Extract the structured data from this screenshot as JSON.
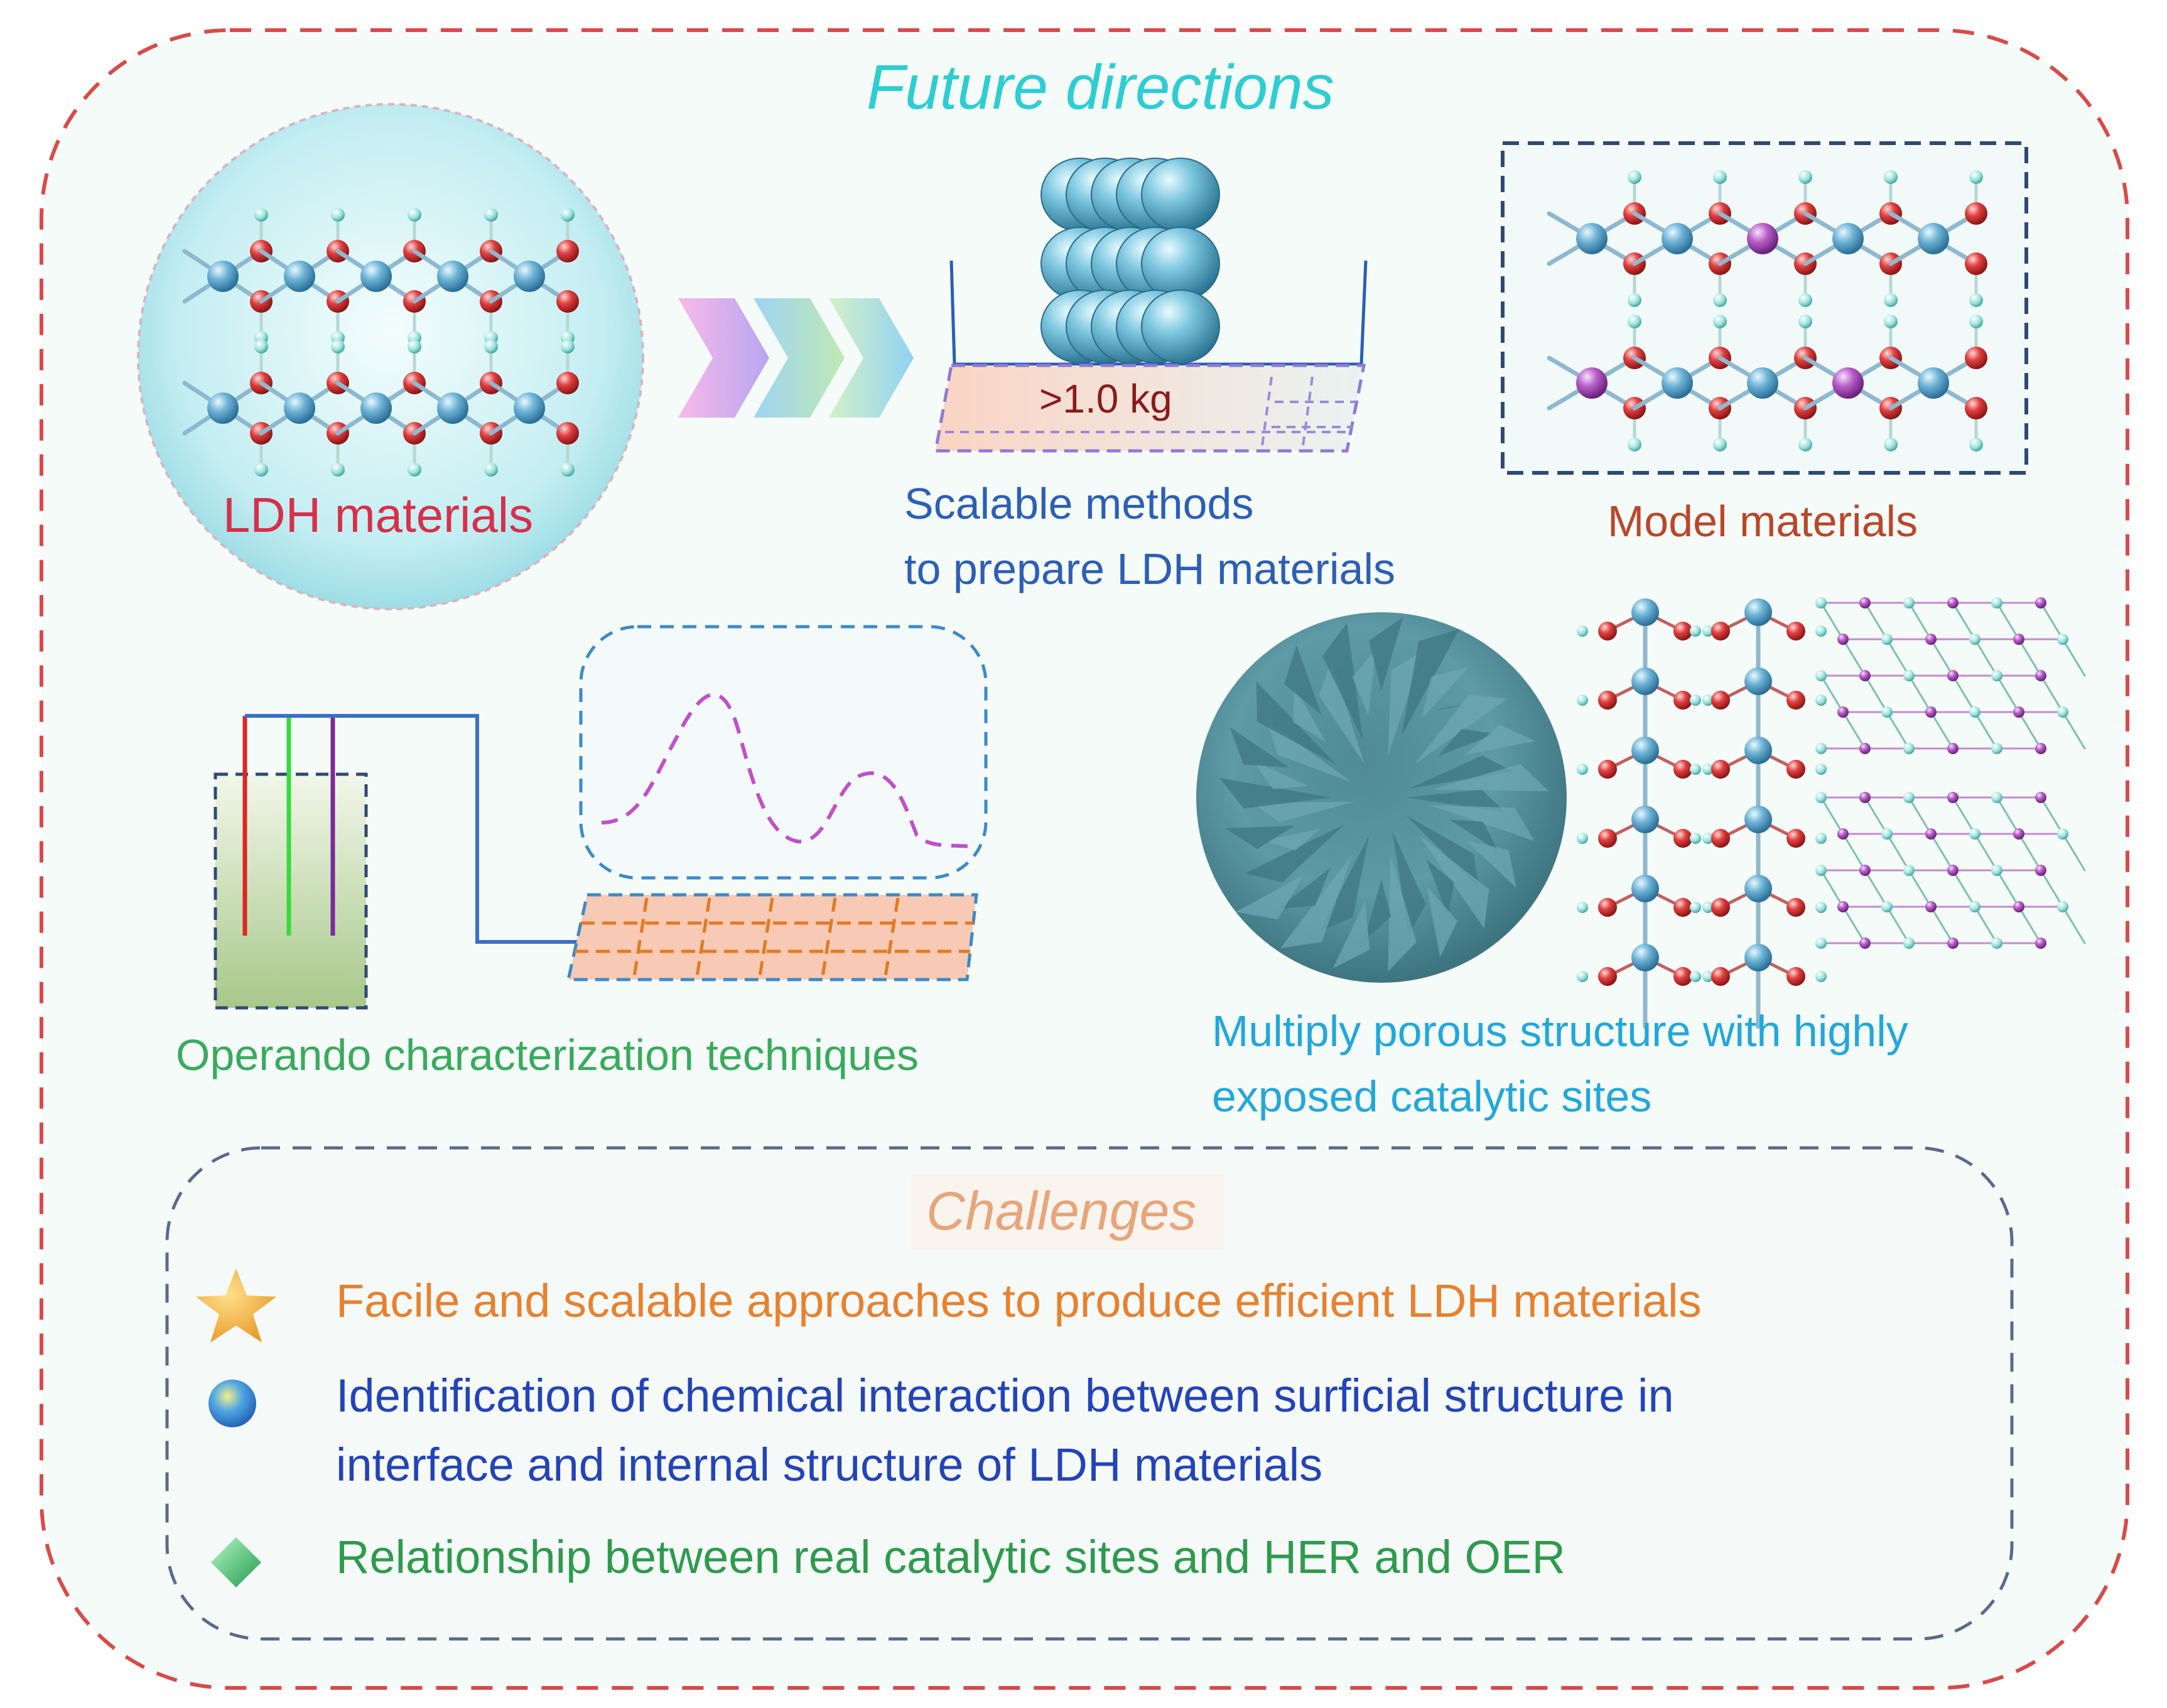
{
  "title": "Future directions",
  "panels": {
    "ldh": {
      "label": "LDH materials"
    },
    "scalable": {
      "label_line1": "Scalable methods",
      "label_line2": "to prepare LDH materials",
      "mass": ">1.0 kg"
    },
    "model": {
      "label": "Model materials"
    },
    "operando": {
      "label": "Operando characterization techniques"
    },
    "porous": {
      "label_line1": "Multiply porous structure with highly",
      "label_line2": "exposed catalytic sites"
    }
  },
  "challenges": {
    "title": "Challenges",
    "items": [
      {
        "icon": "star-icon",
        "text_line1": "Facile and scalable approaches to produce efficient LDH materials"
      },
      {
        "icon": "sphere-bullet-icon",
        "text_line1": "Identification of chemical interaction between surficial structure in",
        "text_line2": "interface and internal structure of LDH materials"
      },
      {
        "icon": "diamond-icon",
        "text_line1": "Relationship between real catalytic sites and HER and OER"
      }
    ]
  },
  "colors": {
    "frame_red": "#d94a4a",
    "title_cyan": "#2ecdd1",
    "ldh_red": "#d6304c",
    "scalable_blue": "#2c5fb5",
    "model_brown": "#b9472b",
    "operando_green": "#3aaa5e",
    "porous_cyan": "#23a7d9",
    "challenges_title": "#e7a57a",
    "challenge_orange": "#e8812e",
    "challenge_blue": "#2443b7",
    "challenge_green": "#2f9a4e"
  }
}
